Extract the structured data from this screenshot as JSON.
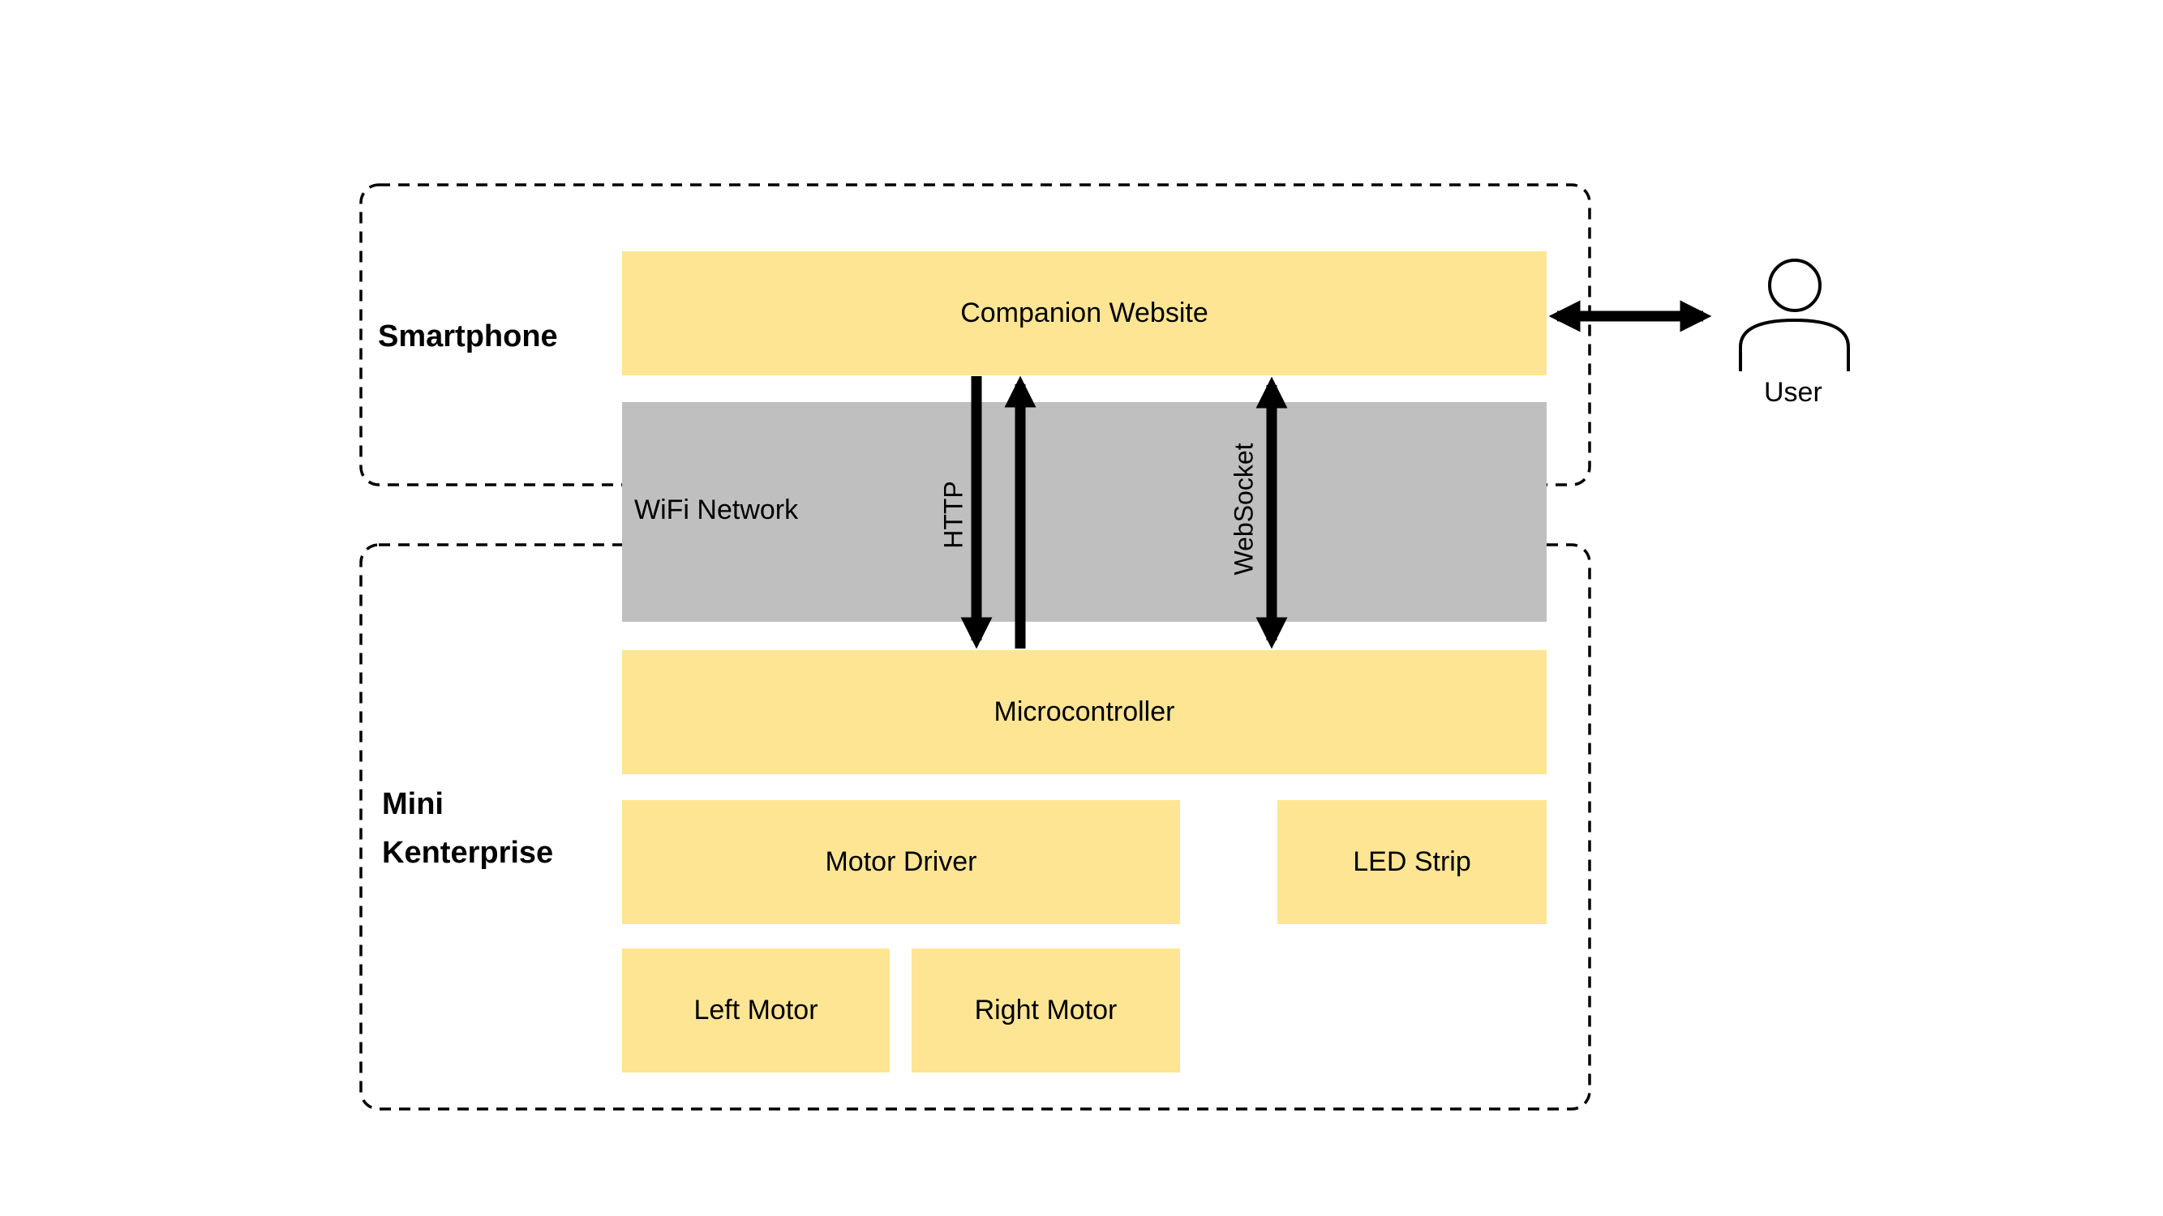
{
  "groups": {
    "smartphone": {
      "label": "Smartphone"
    },
    "robot": {
      "label": "Mini\nKenterprise"
    }
  },
  "boxes": {
    "companion_website": "Companion Website",
    "wifi_network": "WiFi Network",
    "microcontroller": "Microcontroller",
    "motor_driver": "Motor Driver",
    "led_strip": "LED Strip",
    "left_motor": "Left Motor",
    "right_motor": "Right Motor"
  },
  "connections": {
    "http": "HTTP",
    "websocket": "WebSocket"
  },
  "actor": {
    "label": "User",
    "icon": "person-icon"
  },
  "colors": {
    "component_fill": "#FDE594",
    "network_fill": "#BFBFBF",
    "stroke": "#000000"
  }
}
